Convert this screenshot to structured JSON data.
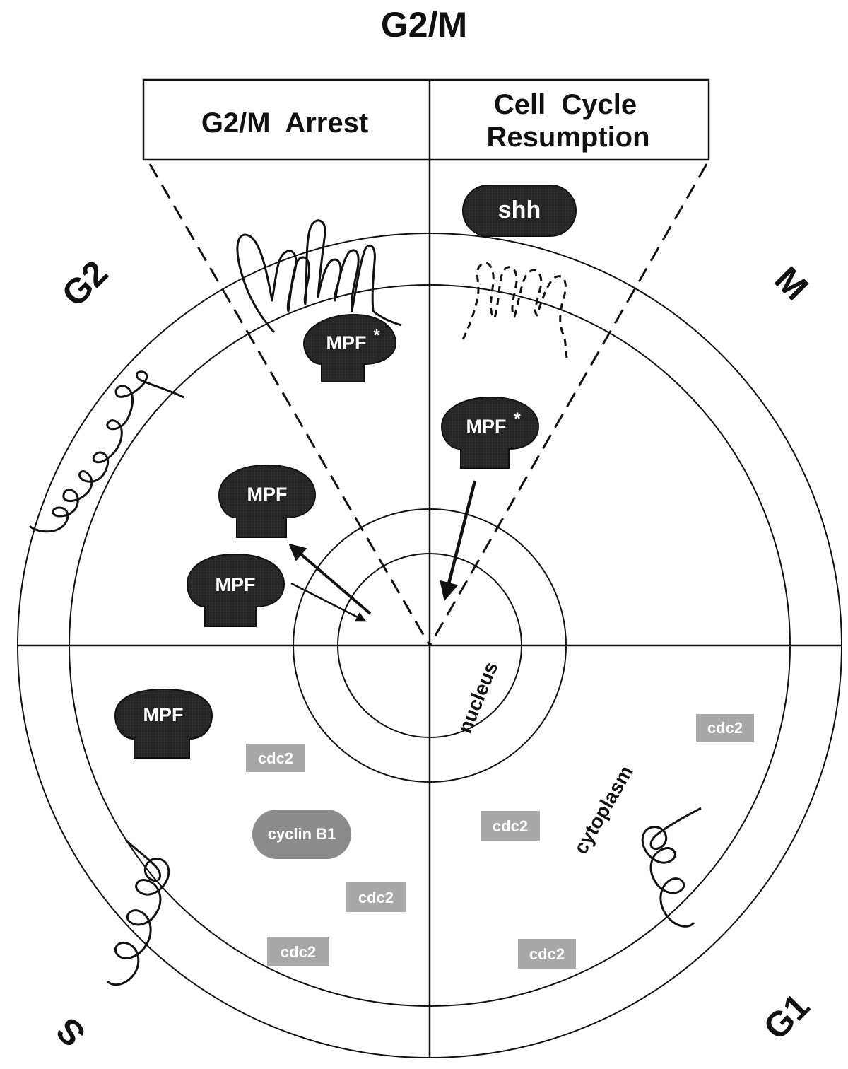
{
  "title": "G2/M",
  "box": {
    "left_label": "G2/M  Arrest",
    "right_label_line1": "Cell  Cycle",
    "right_label_line2": "Resumption"
  },
  "phases": {
    "g2": "G2",
    "m": "M",
    "s": "S",
    "g1": "G1"
  },
  "regions": {
    "nucleus": "nucleus",
    "cytoplasm": "cytoplasm"
  },
  "proteins": {
    "shh": "shh",
    "mpf": "MPF",
    "mpf_star": "MPF",
    "star": "*",
    "cdc2": "cdc2",
    "cyclin": "cyclin B1"
  },
  "colors": {
    "dark_protein": "#252525",
    "cdc2_gray": "#a8a8a8",
    "cyclin_gray": "#8c8c8c",
    "line": "#111111"
  }
}
